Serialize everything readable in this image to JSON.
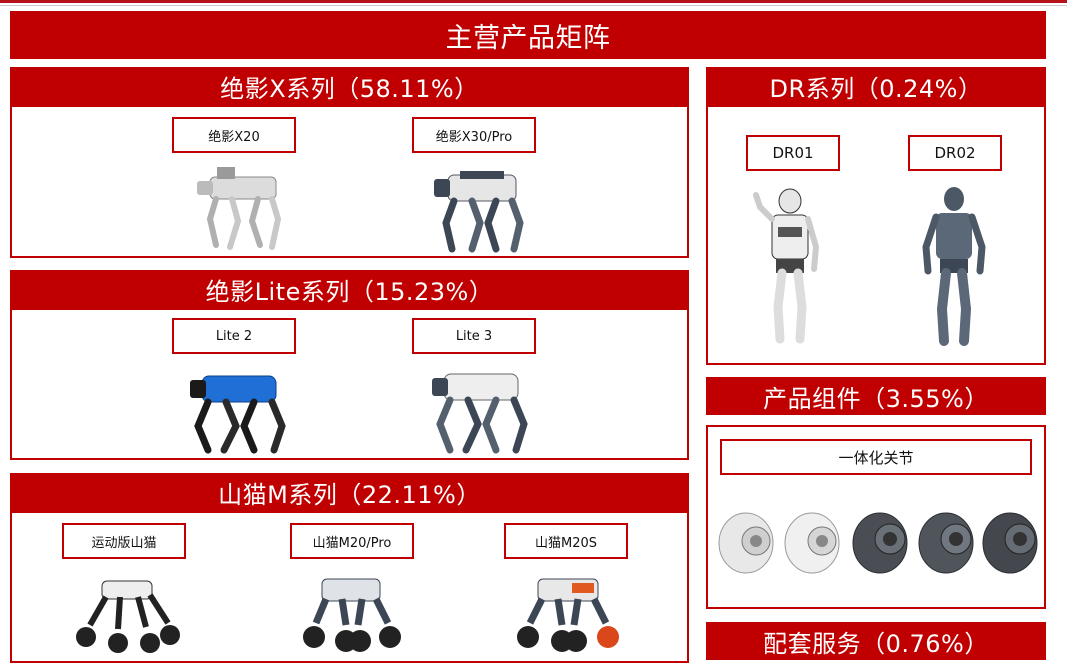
{
  "main_title": "主营产品矩阵",
  "sections": {
    "x_series": {
      "title": "绝影X系列（58.11%）",
      "items": [
        "绝影X20",
        "绝影X30/Pro"
      ]
    },
    "lite_series": {
      "title": "绝影Lite系列（15.23%）",
      "items": [
        "Lite 2",
        "Lite 3"
      ]
    },
    "m_series": {
      "title": "山猫M系列（22.11%）",
      "items": [
        "运动版山猫",
        "山猫M20/Pro",
        "山猫M20S"
      ]
    },
    "dr_series": {
      "title": "DR系列（0.24%）",
      "items": [
        "DR01",
        "DR02"
      ]
    },
    "components": {
      "title": "产品组件（3.55%）",
      "items": [
        "一体化关节"
      ]
    },
    "services": {
      "title": "配套服务（0.76%）"
    }
  },
  "colors": {
    "accent": "#c00000",
    "border": "#c00000"
  }
}
